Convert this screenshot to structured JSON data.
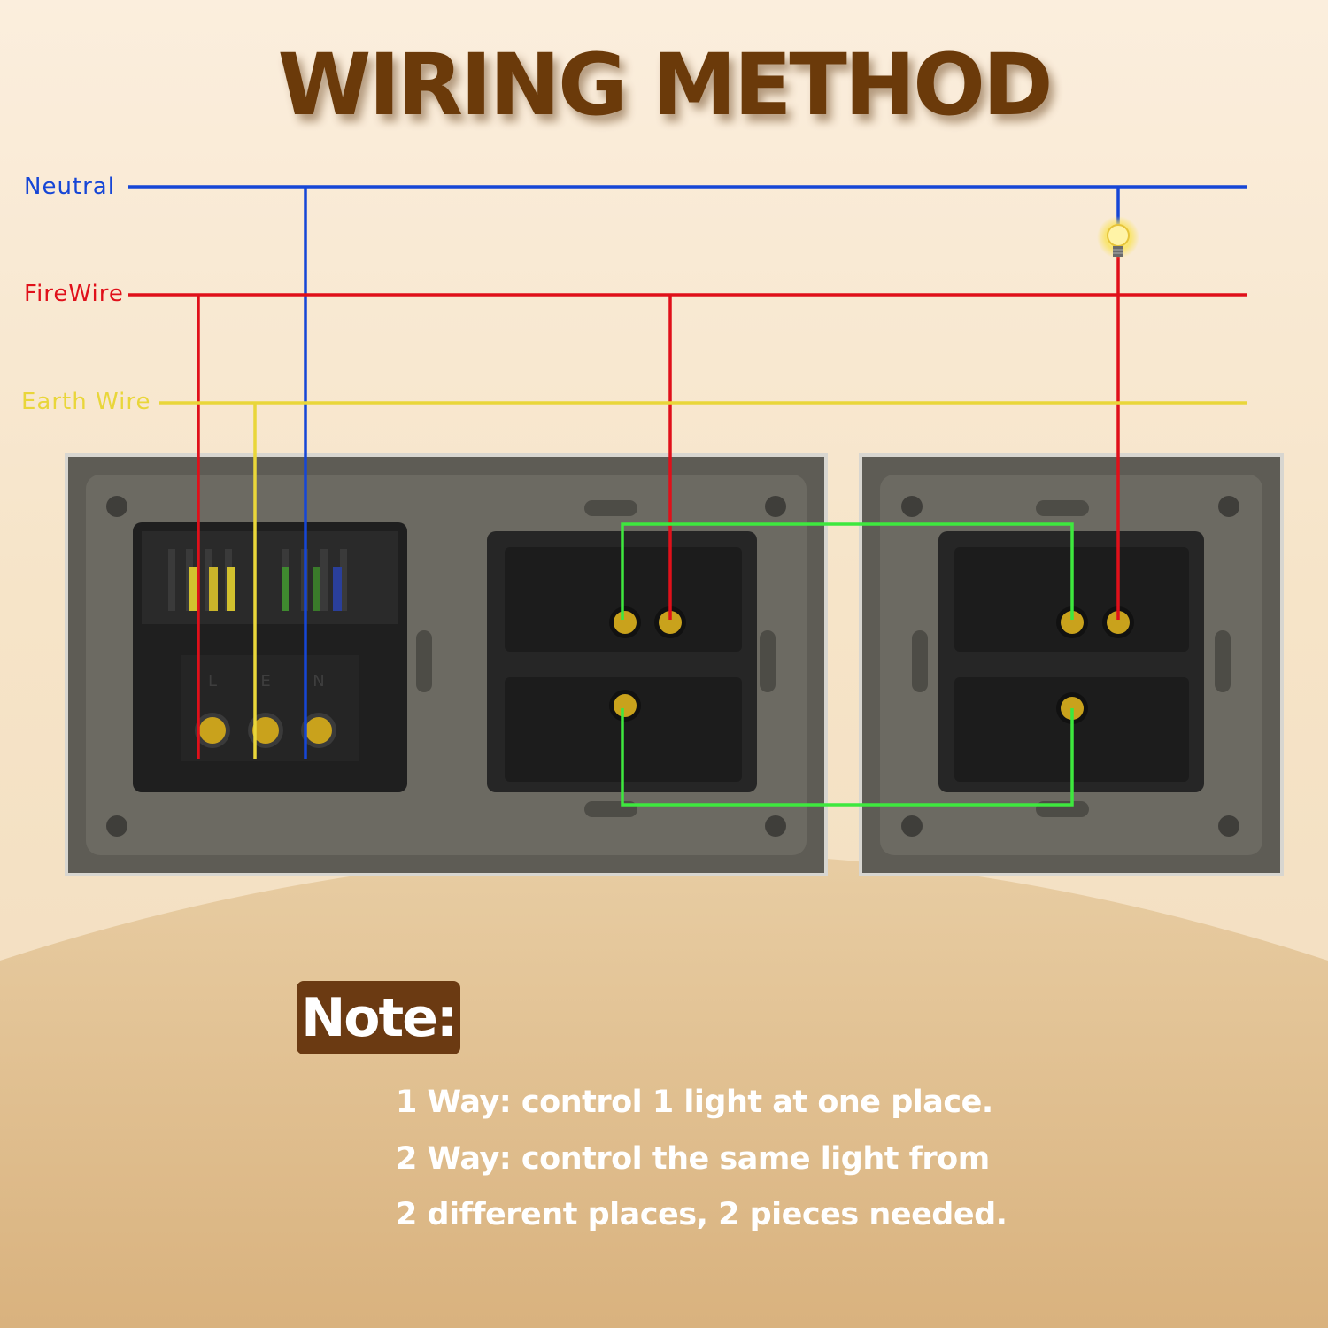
{
  "title": "WIRING METHOD",
  "wires": {
    "neutral": {
      "label": "Neutral",
      "color": "#1646d6"
    },
    "fire": {
      "label": "FireWire",
      "color": "#e0101a"
    },
    "earth": {
      "label": "Earth Wire",
      "color": "#e9d63a"
    },
    "traveller": {
      "color": "#3ee83e"
    }
  },
  "socket_terminal_letters": [
    "L",
    "E",
    "N"
  ],
  "note": {
    "label": "Note:",
    "lines": [
      "1 Way: control 1 light at one place.",
      "2 Way: control the same light from",
      "2 different places, 2 pieces needed."
    ]
  },
  "colors": {
    "title": "#6b3a0a",
    "note_badge": "#6b3a12",
    "panel_frame": "#5e5c55",
    "module_black": "#1f1f1f",
    "terminal_brass": "#c9a21c"
  },
  "icons": {
    "bulb": "light-bulb-icon"
  }
}
